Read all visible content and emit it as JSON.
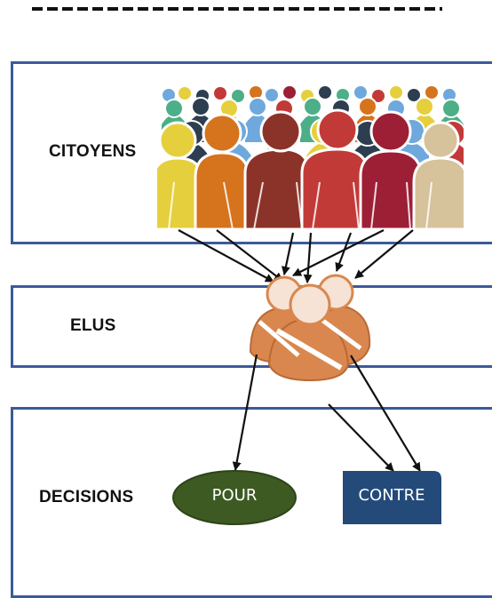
{
  "bands": {
    "citoyens_label": "CITOYENS",
    "elus_label": "ELUS",
    "decisions_label": "DECISIONS"
  },
  "decisions": {
    "pour_label": "POUR",
    "contre_label": "CONTRE"
  },
  "colors": {
    "band_border": "#3c5a9a",
    "pour_fill": "#3d5a22",
    "contre_fill": "#234a79",
    "elus_body": "#d9874e",
    "elus_head": "#f6e3d6",
    "crowd": [
      "#e6cf3c",
      "#d6731d",
      "#8c3329",
      "#c23a38",
      "#9d1f35",
      "#d6c29b",
      "#2c3e50",
      "#6fa8dc",
      "#4caf87"
    ]
  },
  "icons": {
    "crowd": "crowd-illustration",
    "elus": "group-of-three-people-icon"
  }
}
